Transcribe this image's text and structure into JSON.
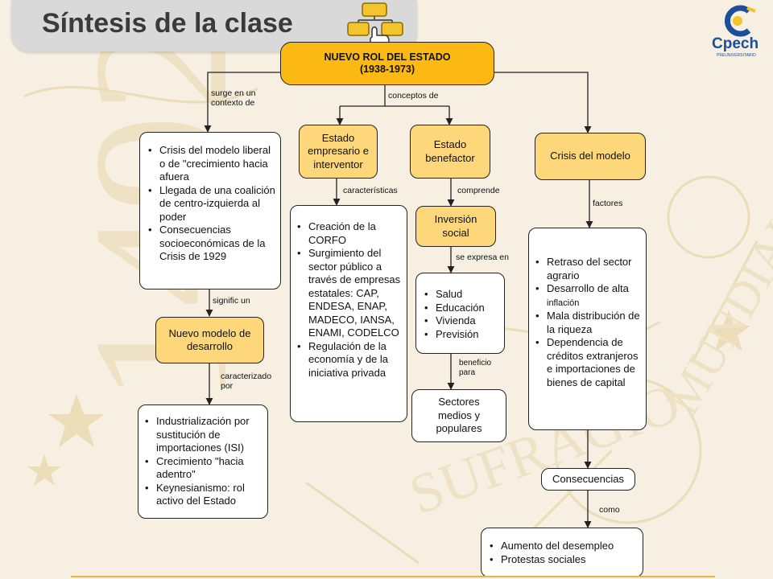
{
  "header": {
    "title": "Síntesis de la clase",
    "logo_text": "Cpech",
    "logo_subtitle": "PREUNIVERSITARIO"
  },
  "root": {
    "line1": "NUEVO ROL DEL ESTADO",
    "line2": "(1938-1973)"
  },
  "edges": {
    "surge": "surge en un\ncontexto de",
    "conceptos": "conceptos de",
    "significo": "signific  un",
    "caracterizado": "caracterizado\npor",
    "caracteristicas": "características",
    "comprende": "comprende",
    "se_expresa": "se expresa en",
    "beneficio": "beneficio\npara",
    "factores": "factores",
    "como": "como"
  },
  "context_box": {
    "items": [
      "Crisis del modelo liberal o de \"crecimiento hacia afuera",
      "Llegada de una coalición de centro-izquierda al poder",
      "Consecuencias socioeconómicas de la Crisis de 1929"
    ]
  },
  "nuevo_modelo": "Nuevo modelo de desarrollo",
  "modelo_items": [
    "Industrialización por sustitución de importaciones (ISI)",
    "Crecimiento \"hacia adentro\"",
    "Keynesianismo: rol activo del Estado"
  ],
  "estado_empresario": "Estado empresario e interventor",
  "empresario_items": [
    "Creación de la CORFO",
    "Surgimiento del sector público a través de empresas estatales: CAP, ENDESA, ENAP, MADECO, IANSA, ENAMI, CODELCO",
    "Regulación de la economía y de la iniciativa privada"
  ],
  "estado_benefactor": "Estado benefactor",
  "inversion_social": "Inversión social",
  "inversion_items": [
    "Salud",
    "Educación",
    "Vivienda",
    "Previsión"
  ],
  "sectores": "Sectores medios y populares",
  "crisis_modelo": "Crisis del modelo",
  "factores_items": [
    "Retraso del sector agrario",
    "Desarrollo de alta",
    "Mala distribución de la riqueza",
    "Dependencia de créditos extranjeros e importaciones de bienes de capital"
  ],
  "factores_inflacion": "inflación",
  "consecuencias": "Consecuencias",
  "consecuencias_items": [
    "Aumento del desempleo",
    "Protestas sociales"
  ],
  "colors": {
    "root_fill": "#fcb813",
    "node_fill": "#fdd77a",
    "box_fill": "#ffffff",
    "line": "#222222",
    "brand": "#1b4f9c"
  }
}
